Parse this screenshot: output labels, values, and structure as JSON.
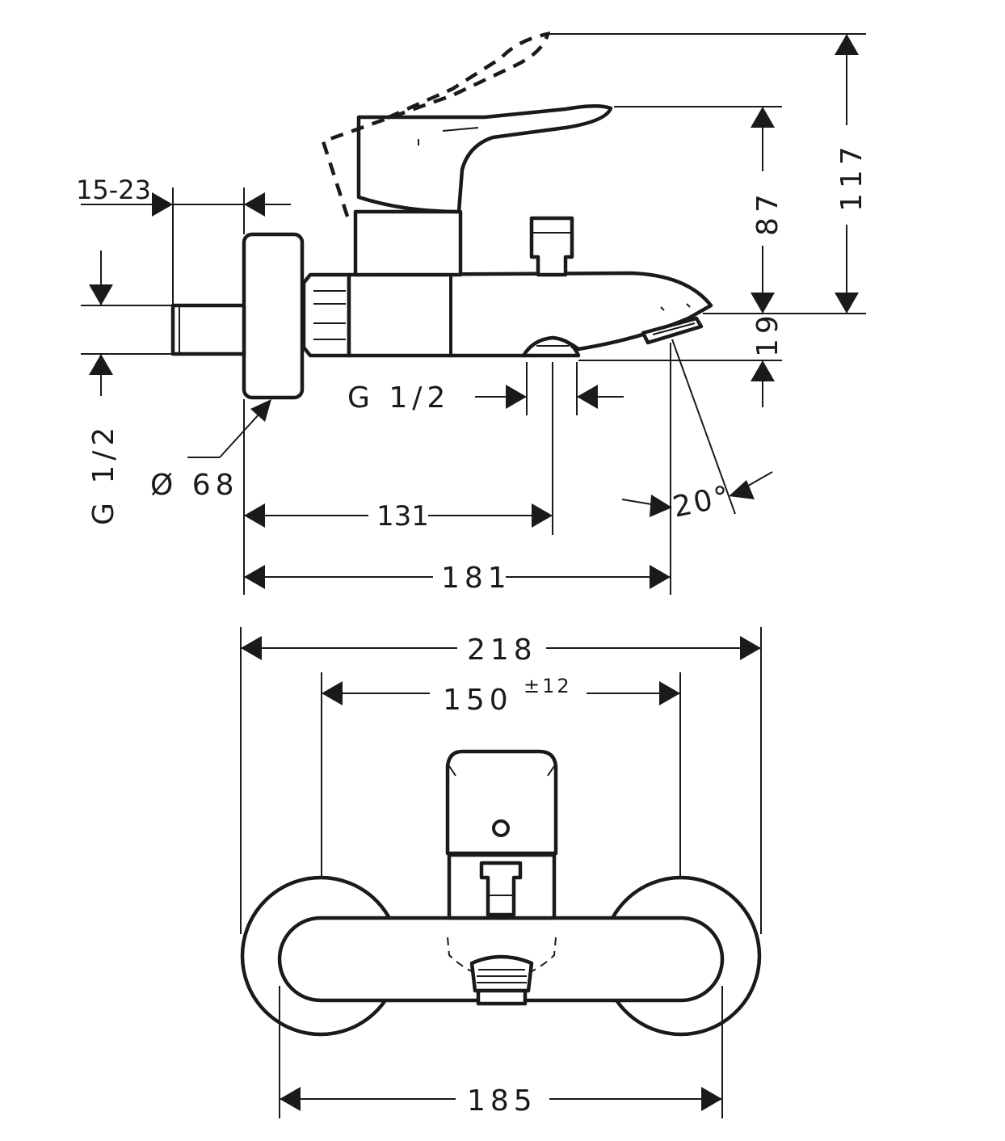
{
  "dimensions": {
    "wall_adjust": "15-23",
    "inlet_thread": "G 1/2",
    "rosette_diameter": "Ø 68",
    "outlet_thread": "G 1/2",
    "spout_depth_outlet": "131",
    "spout_depth_total": "181",
    "swivel_angle": "20°",
    "height_total": "117",
    "height_handle": "87",
    "height_outlet": "19",
    "overall_width": "218",
    "centre_distance": "150",
    "centre_tolerance": "±12",
    "rosette_span": "185"
  }
}
